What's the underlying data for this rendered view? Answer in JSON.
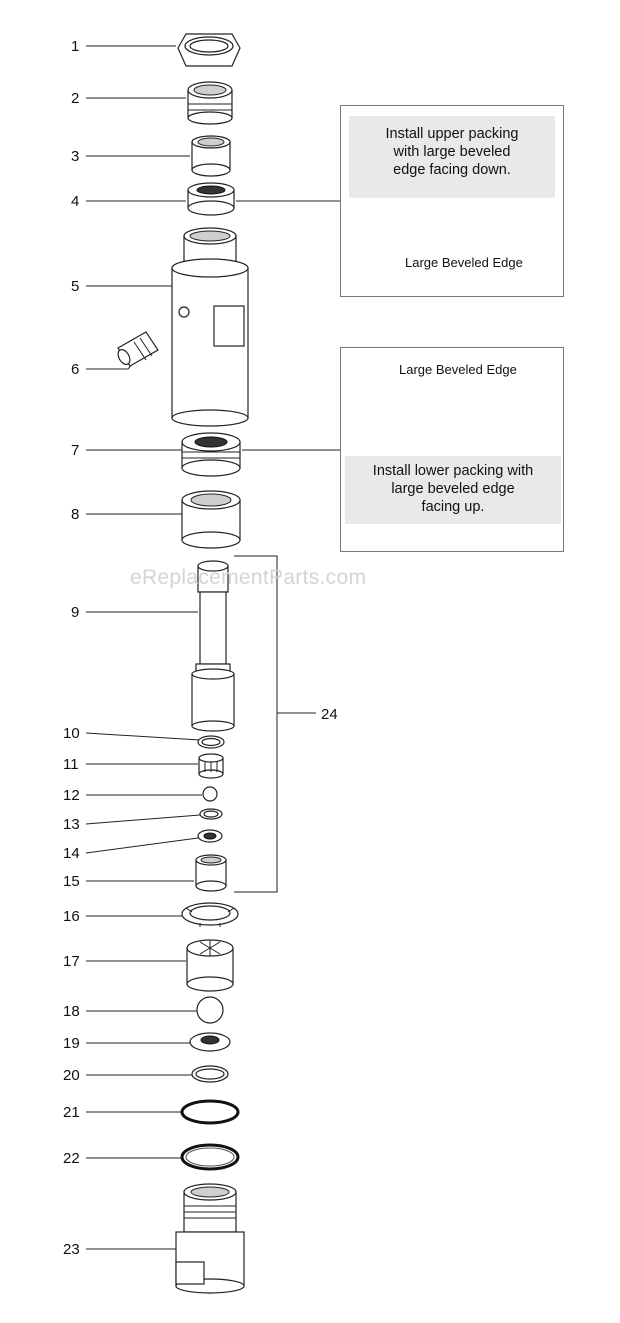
{
  "watermark": "eReplacementParts.com",
  "upper_note": {
    "text_lines": [
      "Install upper packing",
      "with large beveled",
      "edge facing down."
    ],
    "callout": "Large Beveled Edge"
  },
  "lower_note": {
    "text_lines": [
      "Install lower packing with",
      "large beveled edge",
      "facing up."
    ],
    "callout": "Large Beveled Edge"
  },
  "part_numbers": [
    "1",
    "2",
    "3",
    "4",
    "5",
    "6",
    "7",
    "8",
    "9",
    "10",
    "11",
    "12",
    "13",
    "14",
    "15",
    "16",
    "17",
    "18",
    "19",
    "20",
    "21",
    "22",
    "23",
    "24"
  ]
}
